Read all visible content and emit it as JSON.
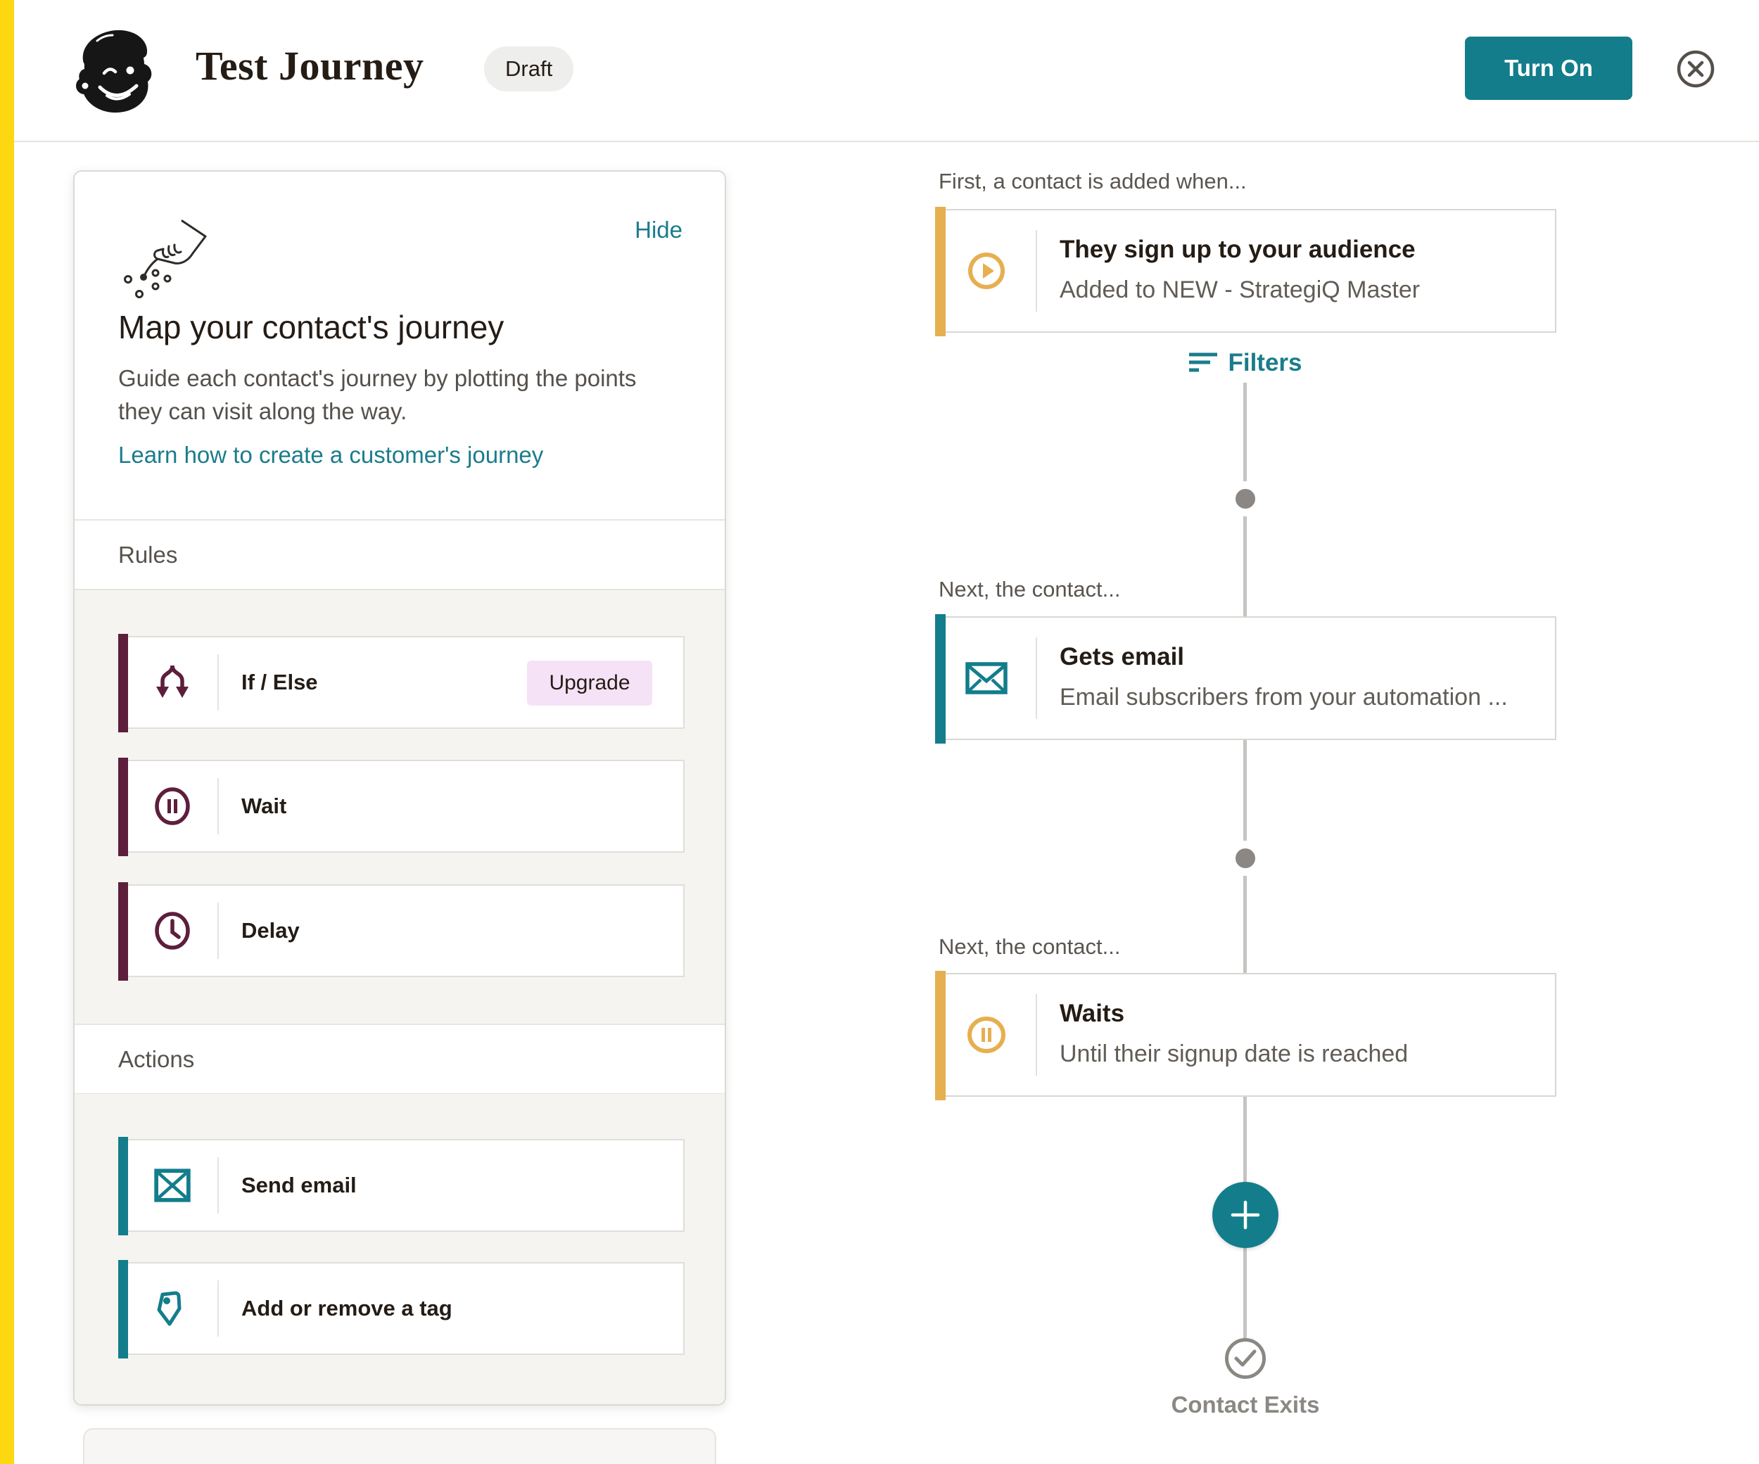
{
  "header": {
    "title": "Test Journey",
    "status_badge": "Draft",
    "turn_on_label": "Turn On"
  },
  "sidebar": {
    "hide_label": "Hide",
    "heading": "Map your contact's journey",
    "description": "Guide each contact's journey by plotting the points they can visit along the way.",
    "learn_link": "Learn how to create a customer's journey",
    "rules_header": "Rules",
    "actions_header": "Actions",
    "rules": [
      {
        "label": "If / Else",
        "badge": "Upgrade",
        "icon": "branch-icon"
      },
      {
        "label": "Wait",
        "icon": "pause-icon"
      },
      {
        "label": "Delay",
        "icon": "clock-icon"
      }
    ],
    "actions": [
      {
        "label": "Send email",
        "icon": "envelope-square-icon"
      },
      {
        "label": "Add or remove a tag",
        "icon": "tag-icon"
      }
    ]
  },
  "canvas": {
    "step1_label": "First, a contact is added when...",
    "step2_label": "Next, the contact...",
    "step3_label": "Next, the contact...",
    "filters_label": "Filters",
    "exit_label": "Contact Exits",
    "cards": [
      {
        "title": "They sign up to your audience",
        "subtitle": "Added to NEW - StrategiQ Master",
        "icon": "play-icon",
        "accent": "gold"
      },
      {
        "title": "Gets email",
        "subtitle": "Email subscribers from your automation ...",
        "icon": "envelope-icon",
        "accent": "teal"
      },
      {
        "title": "Waits",
        "subtitle": "Until their signup date is reached",
        "icon": "pause-icon",
        "accent": "gold"
      }
    ]
  },
  "colors": {
    "teal": "#137d8b",
    "teal-text": "#1b7c8b",
    "gold": "#e6af4f",
    "maroon": "#5d1e3c",
    "yellow": "#fcd712",
    "ink": "#241c15",
    "line": "#c6c4c1",
    "dot": "#8b8784",
    "panel-gray": "#f5f4f1",
    "band-border": "#e7e5e1"
  }
}
